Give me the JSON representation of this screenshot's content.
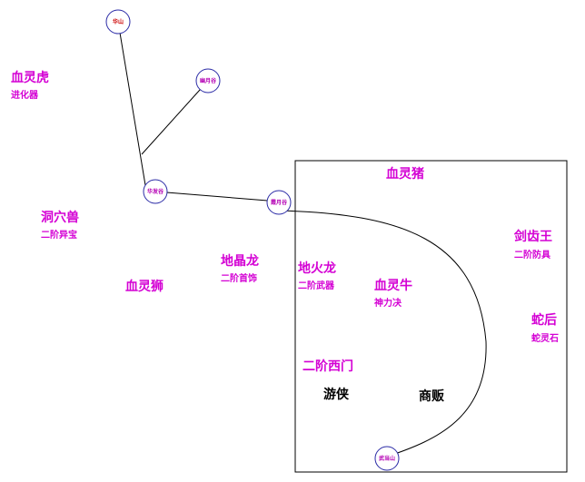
{
  "colors": {
    "magenta": "#d400d4",
    "node_border": "#2a2aa6",
    "node_text_red": "#cc0000",
    "node_text_purple": "#b400b4",
    "line": "#000000"
  },
  "nodes": {
    "n1": "华山",
    "n2": "幽月谷",
    "n3": "华发谷",
    "n4": "霞月谷",
    "n5": "武当山"
  },
  "labels": {
    "xuelinghu": "血灵虎",
    "jinhuaqi": "进化器",
    "dongxueshou": "洞穴兽",
    "erjieyibao": "二阶异宝",
    "xuelingshi": "血灵狮",
    "dijinglong": "地晶龙",
    "erjieshoushi": "二阶首饰",
    "dihuolong": "地火龙",
    "erjiewuqi": "二阶武器",
    "xuelingniu": "血灵牛",
    "shenlijue": "神力决",
    "xuelingzhu": "血灵猪",
    "jianchiwang": "剑齿王",
    "erjiefangju": "二阶防具",
    "shehou": "蛇后",
    "shelingshi": "蛇灵石",
    "erjiexim": "二阶西门",
    "youxia": "游侠",
    "shangfan": "商贩"
  }
}
